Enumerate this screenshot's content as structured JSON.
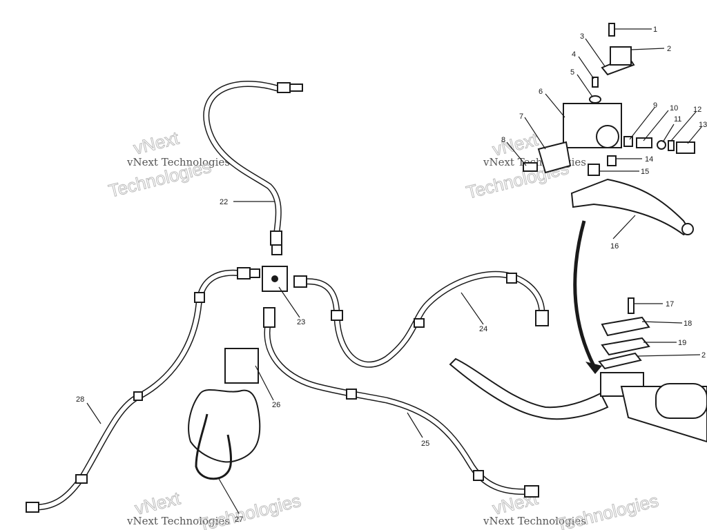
{
  "watermarks": [
    {
      "id": "wm1",
      "line1": "vNext",
      "line2": "vNext Technologies",
      "line3": "Technologies"
    },
    {
      "id": "wm2",
      "line1": "vNext",
      "line2": "vNext Technologies",
      "line3": "Technologies"
    },
    {
      "id": "wm3",
      "line1": "vNext",
      "line2": "vNext Technologies",
      "line3": "Technologies"
    },
    {
      "id": "wm4",
      "line1": "vNext",
      "line2": "vNext Technologies",
      "line3": "Technologies"
    }
  ],
  "callouts": [
    "1",
    "2",
    "3",
    "4",
    "5",
    "6",
    "7",
    "8",
    "9",
    "10",
    "11",
    "12",
    "13",
    "14",
    "15",
    "16",
    "17",
    "18",
    "19",
    "2",
    "22",
    "23",
    "24",
    "25",
    "26",
    "27",
    "28"
  ]
}
